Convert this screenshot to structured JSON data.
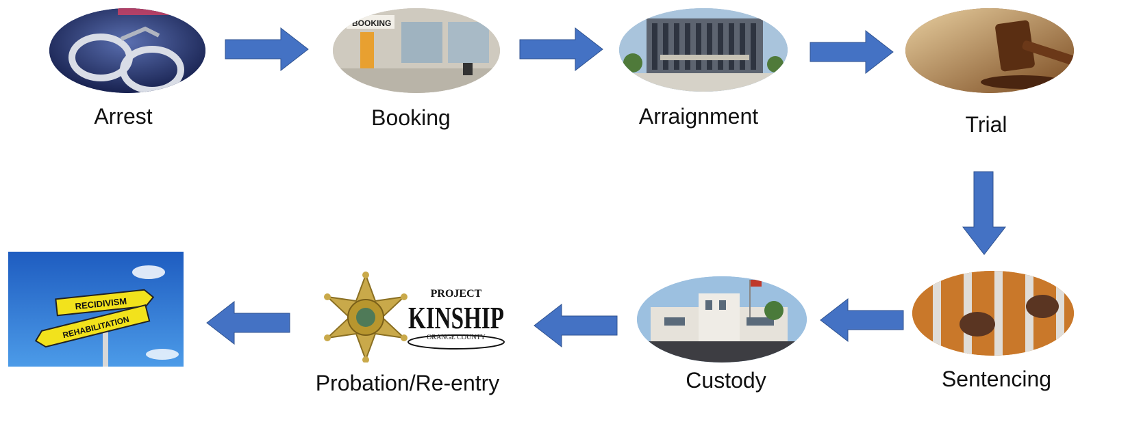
{
  "stages": {
    "arrest": {
      "label": "Arrest"
    },
    "booking": {
      "label": "Booking",
      "sign_text": "BOOKING"
    },
    "arraignment": {
      "label": "Arraignment"
    },
    "trial": {
      "label": "Trial"
    },
    "sentencing": {
      "label": "Sentencing"
    },
    "custody": {
      "label": "Custody"
    },
    "probation": {
      "label": "Probation/Re-entry",
      "kinship_top": "PROJECT",
      "kinship_main": "KINSHIP",
      "kinship_sub": "ORANGE COUNTY"
    },
    "outcome": {
      "sign_top": "RECIDIVISM",
      "sign_bottom": "REHABILITATION"
    }
  },
  "colors": {
    "arrow": "#4472C4",
    "arrow_stroke": "#2F528F"
  }
}
